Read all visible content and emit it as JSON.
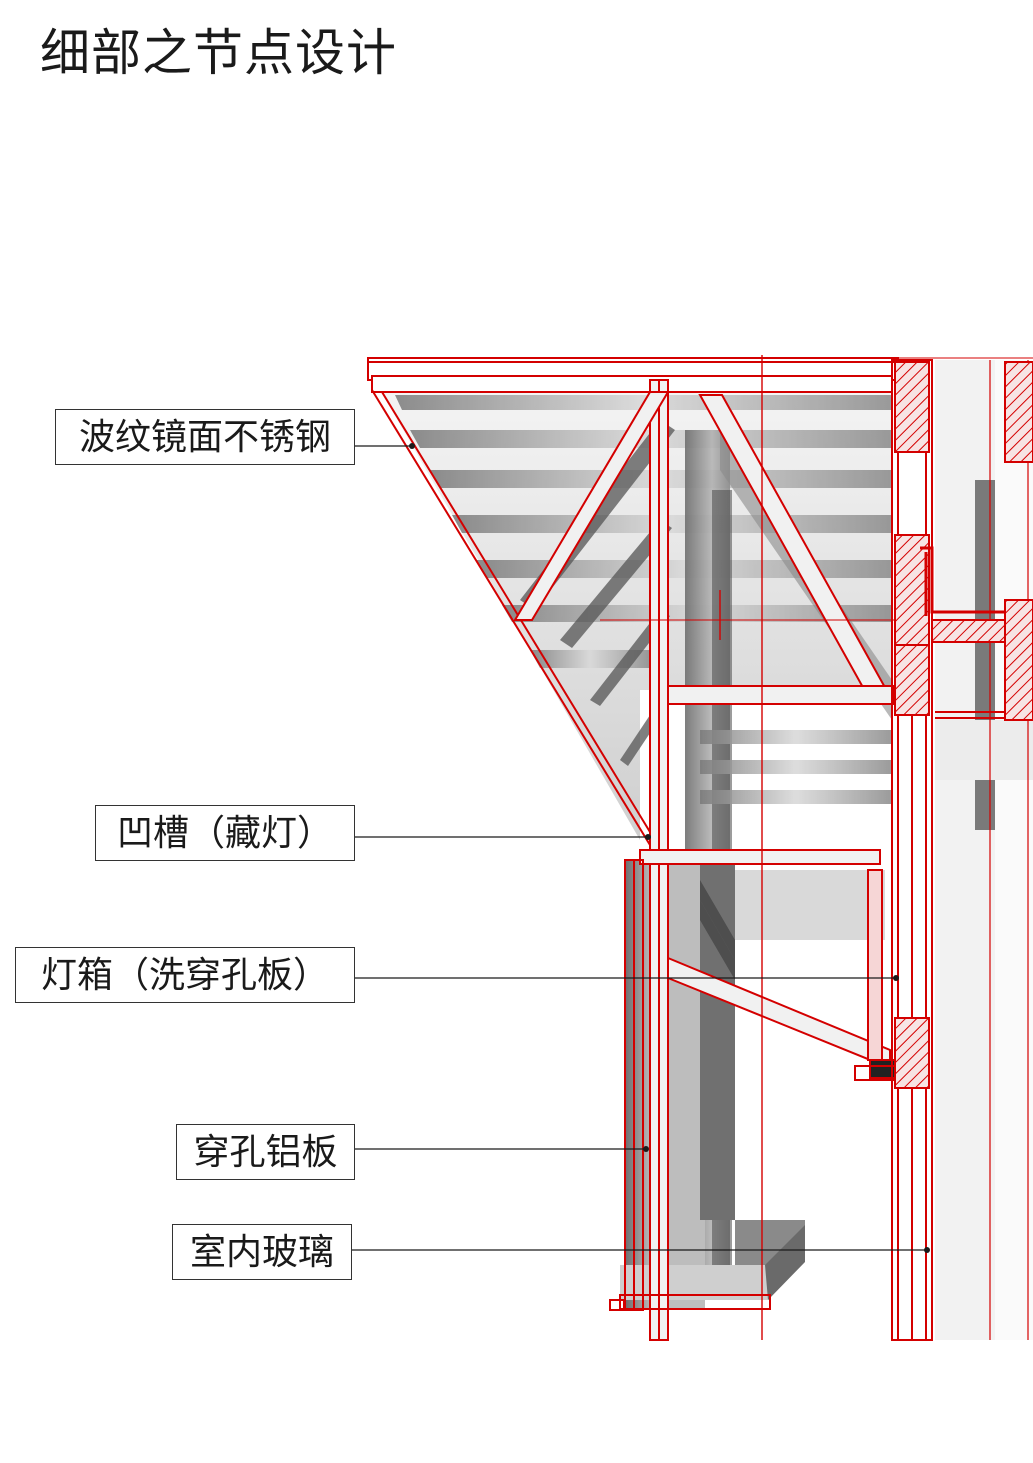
{
  "title": "细部之节点设计",
  "annotations": [
    {
      "id": "corrugated-steel",
      "text": "波纹镜面不锈钢"
    },
    {
      "id": "groove-light",
      "text": "凹槽（藏灯）"
    },
    {
      "id": "light-box",
      "text": "灯箱（洗穿孔板）"
    },
    {
      "id": "perforated-panel",
      "text": "穿孔铝板"
    },
    {
      "id": "interior-glass",
      "text": "室内玻璃"
    }
  ],
  "colors": {
    "section_line": "#d40000",
    "steel_fill": "#e8e8e8",
    "shadow_dark": "#5a5a5a",
    "shadow_mid": "#9a9a9a",
    "leader": "#1a1a1a"
  }
}
